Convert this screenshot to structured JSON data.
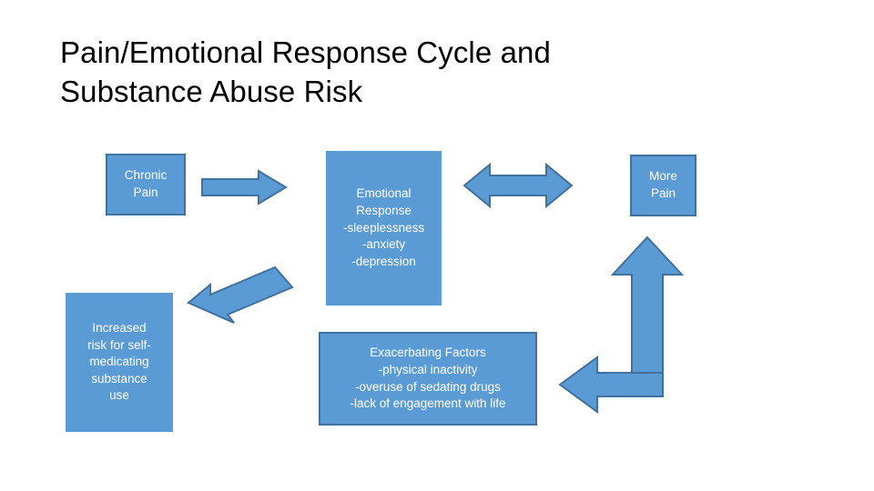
{
  "slide": {
    "title": "Pain/Emotional Response Cycle and\nSubstance Abuse Risk",
    "background_color": "#FFFFFF"
  },
  "theme": {
    "shape_fill": "#5B9BD5",
    "shape_border": "#41719C",
    "shape_text_color": "#FFFFFF",
    "title_text_color": "#000000"
  },
  "diagram": {
    "type": "flow-cycle",
    "nodes": [
      {
        "id": "chronic-pain",
        "label": "Chronic\nPain",
        "shape": "rectangle",
        "bordered": true
      },
      {
        "id": "emotional-response",
        "label": "Emotional\nResponse\n-sleeplessness\n-anxiety\n-depression",
        "shape": "rectangle",
        "bordered": false
      },
      {
        "id": "more-pain",
        "label": "More\nPain",
        "shape": "rectangle",
        "bordered": true
      },
      {
        "id": "increased-risk",
        "label": "Increased\nrisk for self-\nmedicating\nsubstance\nuse",
        "shape": "rectangle",
        "bordered": false
      },
      {
        "id": "exacerbating-factors",
        "label": "Exacerbating Factors\n-physical inactivity\n-overuse of sedating drugs\n-lack of engagement with life",
        "shape": "rectangle",
        "bordered": true
      }
    ],
    "connectors": [
      {
        "id": "chronic-to-emotional",
        "icon": "arrow-right-icon",
        "direction": "right",
        "from": "chronic-pain",
        "to": "emotional-response"
      },
      {
        "id": "emotional-more-pain",
        "icon": "arrow-left-right-icon",
        "direction": "bidirectional",
        "from": "emotional-response",
        "to": "more-pain"
      },
      {
        "id": "emotional-to-increased-risk",
        "icon": "arrow-down-left-icon",
        "direction": "down-left",
        "from": "emotional-response",
        "to": "increased-risk"
      },
      {
        "id": "exacerbating-to-more-pain",
        "icon": "arrow-up-icon",
        "direction": "up",
        "from": "exacerbating-factors",
        "to": "more-pain"
      },
      {
        "id": "to-exacerbating-factors",
        "icon": "arrow-left-icon",
        "direction": "left",
        "from": "more-pain",
        "to": "exacerbating-factors"
      }
    ]
  }
}
